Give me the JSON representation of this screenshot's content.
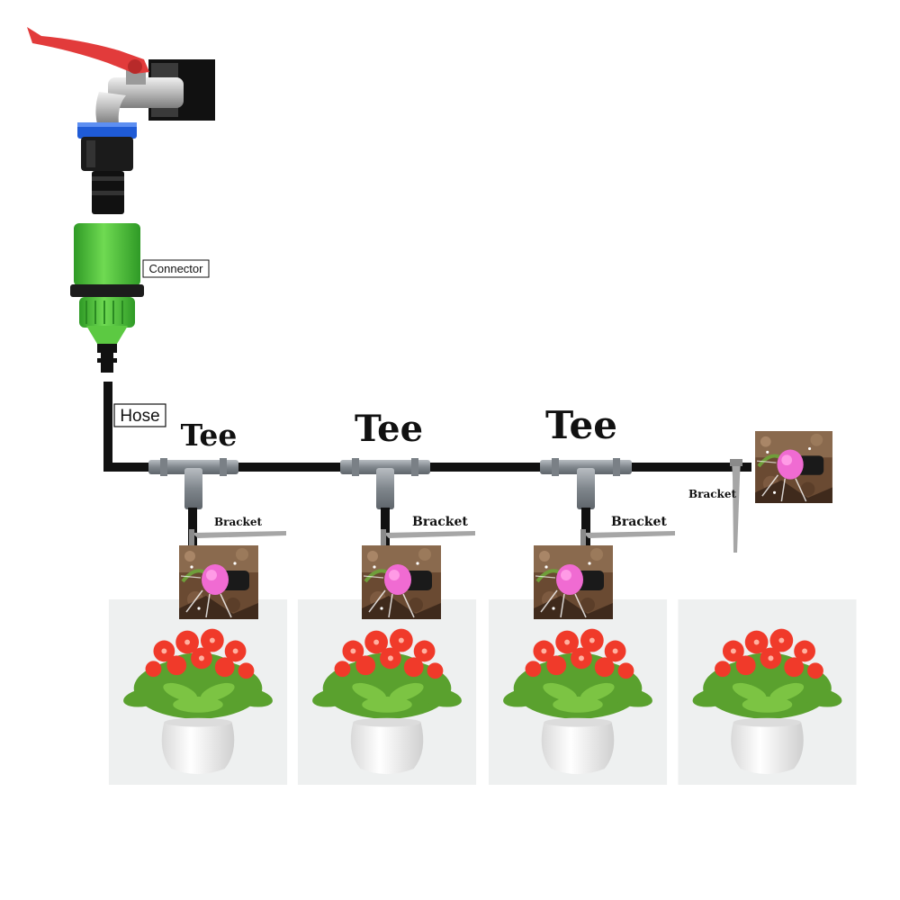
{
  "labels": {
    "connector": "Connector",
    "hose": "Hose",
    "tee": "Tee",
    "bracket": "Bracket"
  },
  "colors": {
    "tap_handle": "#e23b3b",
    "connector_blue": "#1f5bd6",
    "connector_green": "#4fc23a",
    "hose": "#111111",
    "tee_fitting": "#8c9298",
    "dripper": "#f06bd2",
    "flower": "#f03a2a",
    "foliage": "#5aa12e",
    "pot": "#f2f2f2"
  },
  "icons": [
    "water-tap-icon",
    "hose-connector-icon",
    "tee-fitting-icon",
    "stake-bracket-icon",
    "dripper-emitter-icon",
    "potted-plant-icon"
  ]
}
